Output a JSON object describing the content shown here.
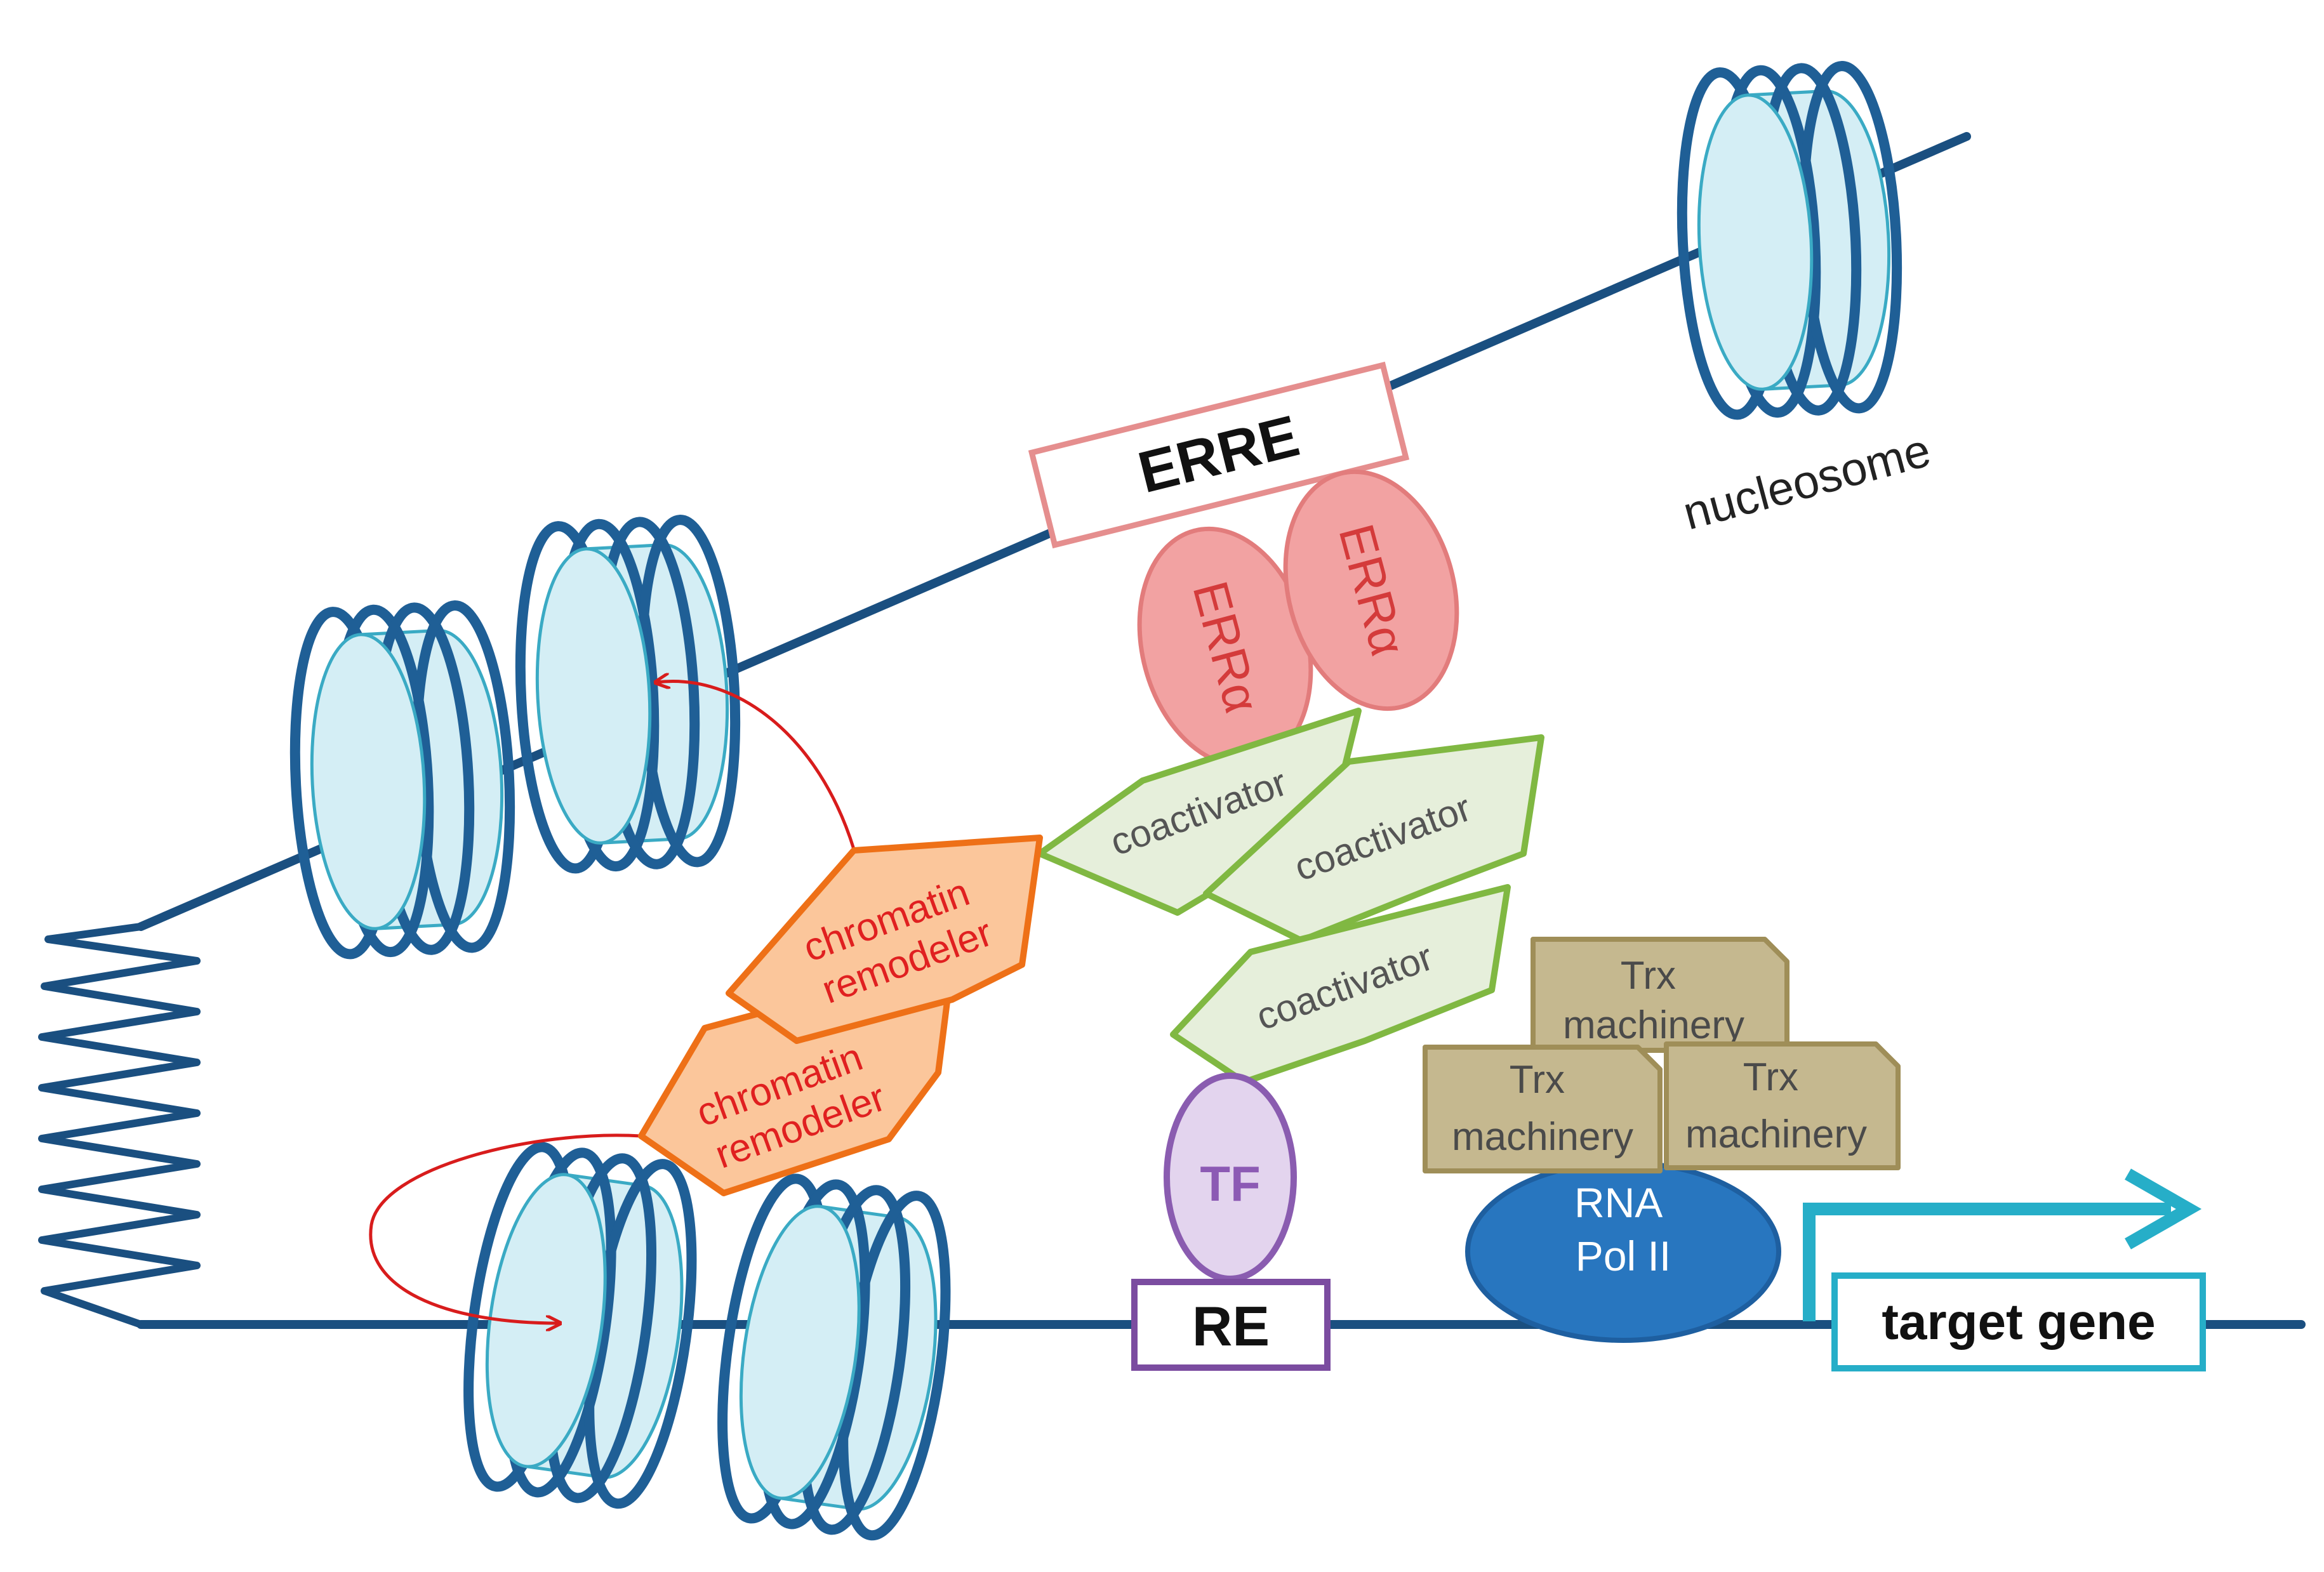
{
  "labels": {
    "erre": "ERRE",
    "erra_1": "ERRα",
    "erra_2": "ERRα",
    "nucleosome": "nucleosome",
    "coactivator_1": "coactivator",
    "coactivator_2": "coactivator",
    "coactivator_3": "coactivator",
    "chromatin_remodeler_1": [
      "chromatin",
      "remodeler"
    ],
    "chromatin_remodeler_2": [
      "chromatin",
      "remodeler"
    ],
    "trx_machinery_1": [
      "Trx",
      "machinery"
    ],
    "trx_machinery_2": [
      "Trx",
      "machinery"
    ],
    "trx_machinery_3": [
      "Trx",
      "machinery"
    ],
    "tf": "TF",
    "re": "RE",
    "rna_pol_ii": [
      "RNA",
      "Pol II"
    ],
    "target_gene": "target gene"
  },
  "colors": {
    "dna": "#1a4f80",
    "nucleosome_fill": "#d4eef5",
    "nucleosome_edge": "#3aaac4",
    "nucleosome_band": "#1f5f96",
    "erre_border": "#e58e8e",
    "erra_fill": "#f2a2a2",
    "erra_edge": "#e27c7c",
    "erra_text": "#d43b3b",
    "coactivator_fill": "#e6efdb",
    "coactivator_edge": "#80b842",
    "coactivator_text": "#555555",
    "remodeler_fill": "#fbc69b",
    "remodeler_edge": "#ee7017",
    "remodeler_text": "#e02020",
    "arrow_red": "#d81c1c",
    "trx_fill": "#c5b88f",
    "trx_edge": "#9f8e58",
    "trx_text": "#4a4a4a",
    "tf_fill": "#e3d4ee",
    "tf_edge": "#8a5cb0",
    "tf_text": "#8c5ab4",
    "re_border": "#7b4ca0",
    "pol_fill": "#2876bf",
    "pol_edge": "#1e5fa0",
    "pol_text": "#ffffff",
    "target_border": "#26aec8"
  }
}
